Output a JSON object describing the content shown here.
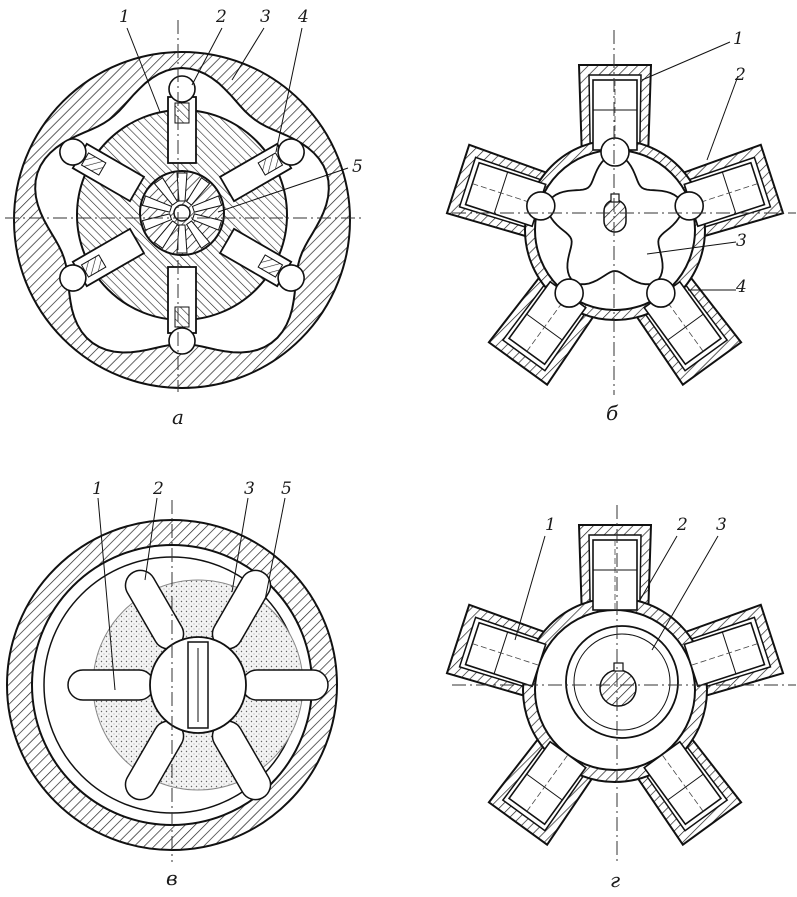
{
  "figures": [
    {
      "id": "a",
      "caption": "a",
      "labels": [
        "1",
        "2",
        "3",
        "4",
        "5"
      ]
    },
    {
      "id": "b",
      "caption": "б",
      "labels": [
        "1",
        "2",
        "3",
        "4"
      ]
    },
    {
      "id": "c",
      "caption": "в",
      "labels": [
        "1",
        "2",
        "3",
        "5"
      ]
    },
    {
      "id": "d",
      "caption": "г",
      "labels": [
        "1",
        "2",
        "3"
      ]
    }
  ]
}
